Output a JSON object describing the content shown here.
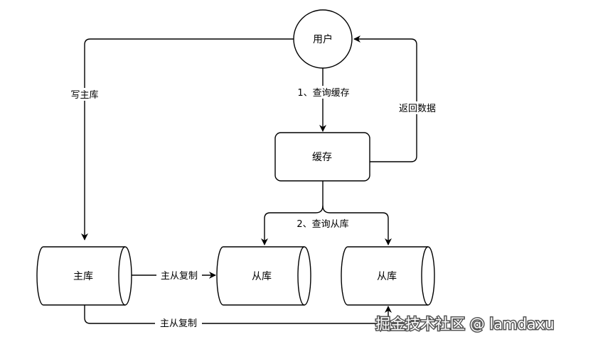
{
  "nodes": {
    "user": "用户",
    "cache": "缓存",
    "master": "主库",
    "slave1": "从库",
    "slave2": "从库"
  },
  "edges": {
    "write_master": "写主库",
    "query_cache": "1、查询缓存",
    "return_data": "返回数据",
    "query_slave": "2、查询从库",
    "replicate_1": "主从复制",
    "replicate_2": "主从复制"
  },
  "watermark": "掘金技术社区 @ lamdaxu"
}
